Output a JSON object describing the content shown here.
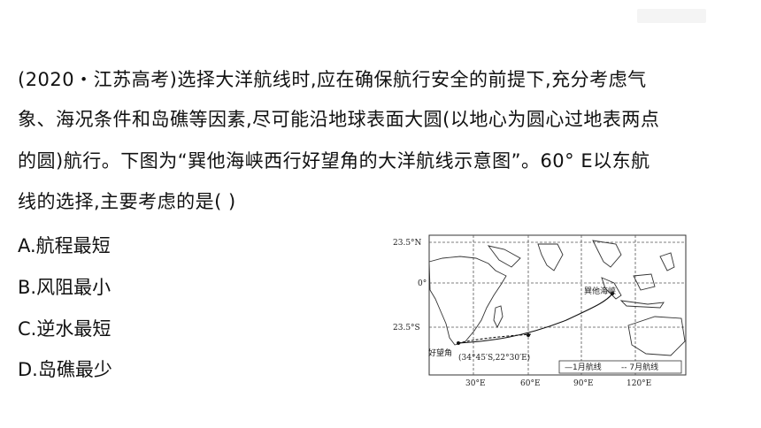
{
  "question": {
    "lines": [
      "(2020・江苏高考)选择大洋航线时,应在确保航行安全的前提下,充分考虑气",
      "象、海况条件和岛礁等因素,尽可能沿地球表面大圆(以地心为圆心过地表两点",
      "的圆)航行。下图为“巽他海峡西行好望角的大洋航线示意图”。60° E以东航",
      "线的选择,主要考虑的是(     )"
    ]
  },
  "options": [
    "A.航程最短",
    "B.风阻最小",
    "C.逆水最短",
    "D.岛礁最少"
  ],
  "map": {
    "lat_labels": [
      "23.5°N",
      "0°",
      "23.5°S"
    ],
    "lon_labels": [
      "30°E",
      "60°E",
      "90°E",
      "120°E"
    ],
    "strait_label": "巽他海峡",
    "cape_label": "好望角",
    "cape_coord": "(34°45′S,22°30′E)",
    "legend_jan": "—1月航线",
    "legend_jul": "-- 7月航线"
  }
}
